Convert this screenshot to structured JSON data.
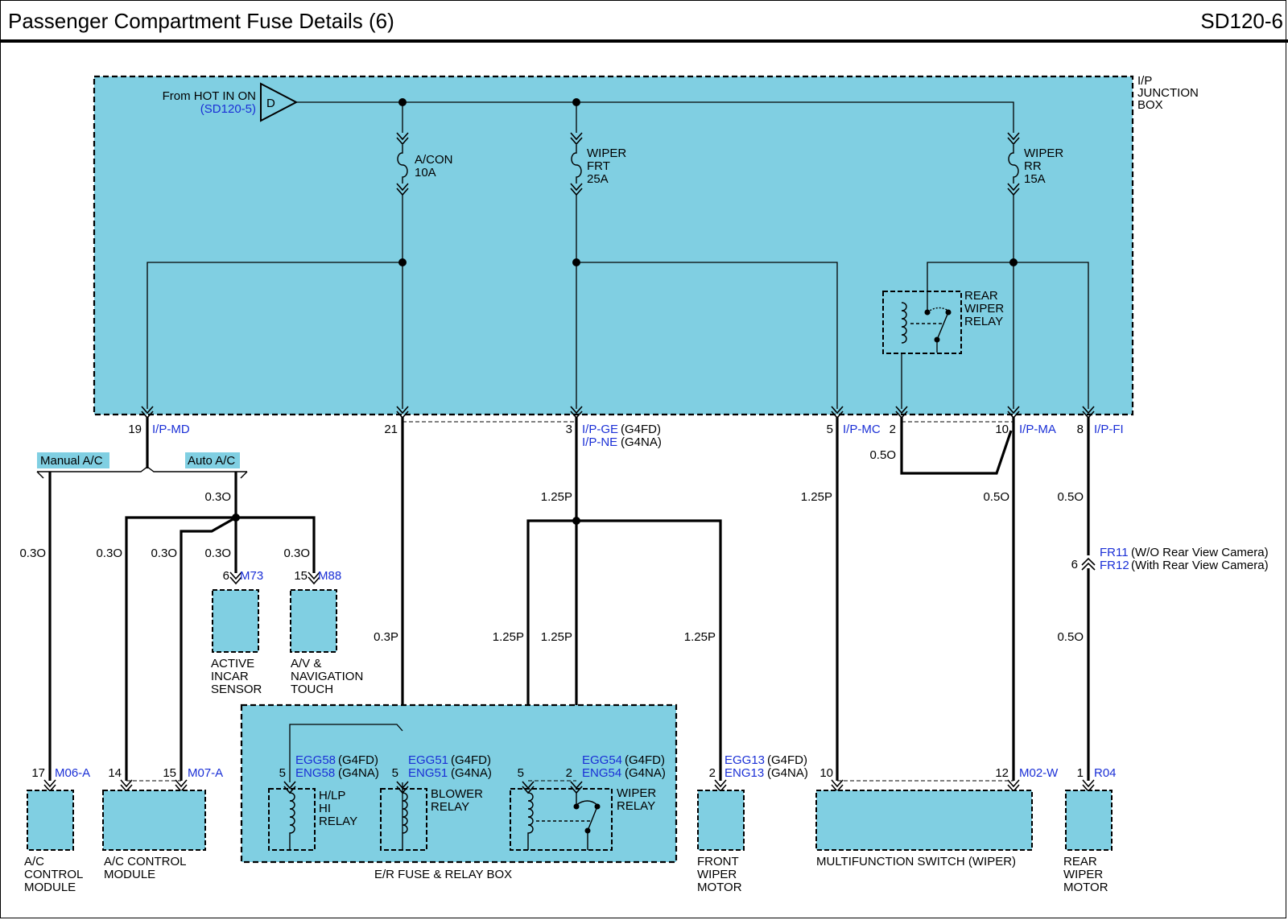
{
  "header": {
    "title": "Passenger Compartment Fuse Details (6)",
    "code": "SD120-6"
  },
  "colors": {
    "box_fill": "#80cfe2",
    "wire": "#000000",
    "link": "#1a2fd6"
  },
  "junction_box": {
    "name": [
      "I/P",
      "JUNCTION",
      "BOX"
    ],
    "source": {
      "label": "From HOT IN ON",
      "ref": "(SD120-5)",
      "connector": "D"
    },
    "fuses": [
      {
        "lines": [
          "A/CON",
          "10A"
        ]
      },
      {
        "lines": [
          "WIPER",
          "FRT",
          "25A"
        ]
      },
      {
        "lines": [
          "WIPER",
          "RR",
          "15A"
        ]
      }
    ],
    "rear_wiper_relay": [
      "REAR",
      "WIPER",
      "RELAY"
    ]
  },
  "jb_pins": [
    {
      "pin": "19",
      "conn": "I/P-MD",
      "extra": ""
    },
    {
      "pin": "21",
      "conn": "",
      "extra": ""
    },
    {
      "pin": "3",
      "conn": "I/P-GE",
      "extra": "(G4FD)"
    },
    {
      "pin": "",
      "conn": "I/P-NE",
      "extra": "(G4NA)"
    },
    {
      "pin": "5",
      "conn": "I/P-MC",
      "extra": ""
    },
    {
      "pin": "2",
      "conn": "",
      "extra": ""
    },
    {
      "pin": "10",
      "conn": "I/P-MA",
      "extra": ""
    },
    {
      "pin": "8",
      "conn": "I/P-FI",
      "extra": ""
    }
  ],
  "options": {
    "manual": "Manual A/C",
    "auto": "Auto A/C"
  },
  "wire_specs": {
    "w03o": "0.3O",
    "w05o": "0.5O",
    "w125p": "1.25P",
    "w03p": "0.3P"
  },
  "sensors": [
    {
      "pin": "6",
      "conn": "M73",
      "name": [
        "ACTIVE",
        "INCAR",
        "SENSOR"
      ]
    },
    {
      "pin": "15",
      "conn": "M88",
      "name": [
        "A/V &",
        "NAVIGATION",
        "TOUCH"
      ]
    }
  ],
  "fr_connector": {
    "pin": "6",
    "a_code": "FR11",
    "a_note": "(W/O Rear View Camera)",
    "b_code": "FR12",
    "b_note": "(With Rear View Camera)"
  },
  "er_box": {
    "name": "E/R FUSE & RELAY BOX",
    "hlp_relay": [
      "H/LP",
      "HI",
      "RELAY"
    ],
    "blower_relay": [
      "BLOWER",
      "RELAY"
    ],
    "wiper_relay": [
      "WIPER",
      "RELAY"
    ],
    "hlp_pin": "5",
    "blower_pin": "5",
    "wiper_pin_a": "5",
    "wiper_pin_b": "2",
    "conn_a": {
      "c1": "EGG58",
      "t1": "(G4FD)",
      "c2": "ENG58",
      "t2": "(G4NA)"
    },
    "conn_b": {
      "c1": "EGG51",
      "t1": "(G4FD)",
      "c2": "ENG51",
      "t2": "(G4NA)"
    },
    "conn_c": {
      "c1": "EGG54",
      "t1": "(G4FD)",
      "c2": "ENG54",
      "t2": "(G4NA)"
    }
  },
  "components": {
    "ac_module_1": {
      "pin": "17",
      "conn": "M06-A",
      "name": [
        "A/C",
        "CONTROL",
        "MODULE"
      ]
    },
    "ac_module_2": {
      "pin_a": "14",
      "pin_b": "15",
      "conn": "M07-A",
      "name": [
        "A/C CONTROL",
        "MODULE"
      ]
    },
    "front_wiper": {
      "pin": "2",
      "c1": "EGG13",
      "t1": "(G4FD)",
      "c2": "ENG13",
      "t2": "(G4NA)",
      "name": [
        "FRONT",
        "WIPER",
        "MOTOR"
      ]
    },
    "multifunction": {
      "pin_a": "10",
      "pin_b": "12",
      "conn": "M02-W",
      "name": "MULTIFUNCTION SWITCH (WIPER)"
    },
    "rear_wiper": {
      "pin": "1",
      "conn": "R04",
      "name": [
        "REAR",
        "WIPER",
        "MOTOR"
      ]
    }
  }
}
